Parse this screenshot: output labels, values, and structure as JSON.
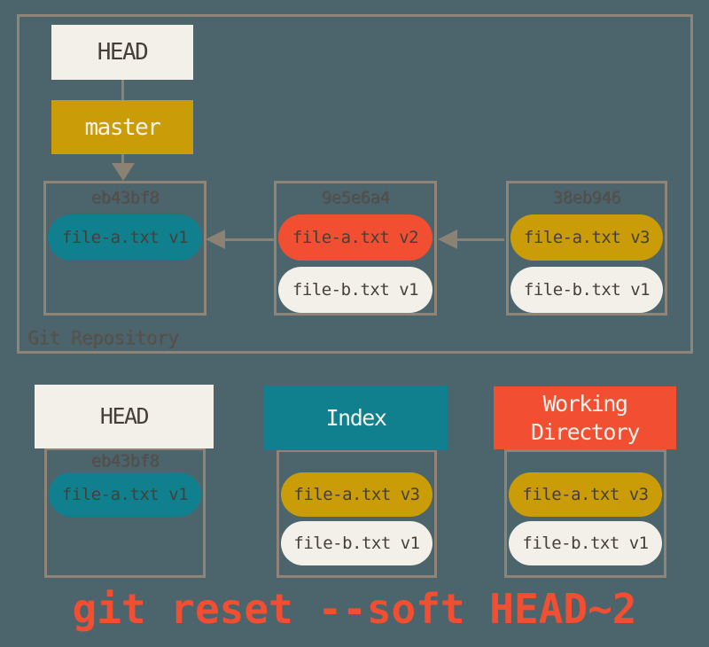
{
  "palette": {
    "background": "#4c656d",
    "border_tan": "#8f8476",
    "arrow_gray": "#8b8274",
    "off_white": "#f2f0e8",
    "gold": "#ca9c08",
    "teal": "#11808e",
    "red_orange": "#f14e32",
    "dark_text": "#45403a",
    "hash_text": "#58514b"
  },
  "repository": {
    "label": "Git Repository",
    "head": "HEAD",
    "branch": "master",
    "commits": [
      {
        "hash": "eb43bf8",
        "files": [
          {
            "label": "file-a.txt v1",
            "color": "teal"
          }
        ]
      },
      {
        "hash": "9e5e6a4",
        "files": [
          {
            "label": "file-a.txt v2",
            "color": "red"
          },
          {
            "label": "file-b.txt v1",
            "color": "offwhite"
          }
        ]
      },
      {
        "hash": "38eb946",
        "files": [
          {
            "label": "file-a.txt v3",
            "color": "gold"
          },
          {
            "label": "file-b.txt v1",
            "color": "offwhite"
          }
        ]
      }
    ]
  },
  "trees": [
    {
      "title": "HEAD",
      "hash": "eb43bf8",
      "files": [
        {
          "label": "file-a.txt v1",
          "color": "teal"
        }
      ]
    },
    {
      "title": "Index",
      "files": [
        {
          "label": "file-a.txt v3",
          "color": "gold"
        },
        {
          "label": "file-b.txt v1",
          "color": "offwhite"
        }
      ]
    },
    {
      "title": "Working Directory",
      "files": [
        {
          "label": "file-a.txt v3",
          "color": "gold"
        },
        {
          "label": "file-b.txt v1",
          "color": "offwhite"
        }
      ]
    }
  ],
  "caption": "git reset --soft HEAD~2"
}
